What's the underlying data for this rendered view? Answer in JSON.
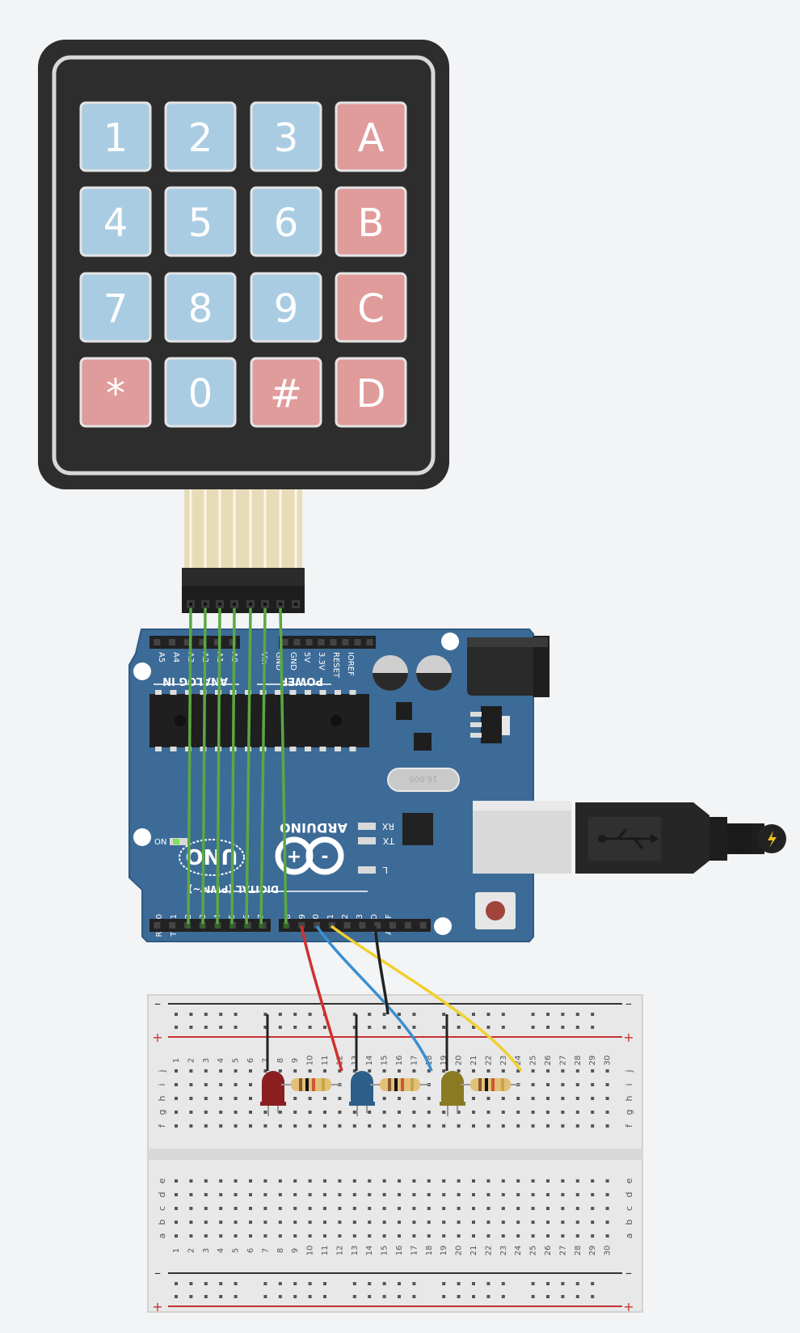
{
  "keypad": {
    "keys": [
      {
        "label": "1",
        "color": "#a9cce3"
      },
      {
        "label": "2",
        "color": "#a9cce3"
      },
      {
        "label": "3",
        "color": "#a9cce3"
      },
      {
        "label": "A",
        "color": "#e09b9b"
      },
      {
        "label": "4",
        "color": "#a9cce3"
      },
      {
        "label": "5",
        "color": "#a9cce3"
      },
      {
        "label": "6",
        "color": "#a9cce3"
      },
      {
        "label": "B",
        "color": "#e09b9b"
      },
      {
        "label": "7",
        "color": "#a9cce3"
      },
      {
        "label": "8",
        "color": "#a9cce3"
      },
      {
        "label": "9",
        "color": "#a9cce3"
      },
      {
        "label": "C",
        "color": "#e09b9b"
      },
      {
        "label": "*",
        "color": "#e09b9b"
      },
      {
        "label": "0",
        "color": "#a9cce3"
      },
      {
        "label": "#",
        "color": "#e09b9b"
      },
      {
        "label": "D",
        "color": "#e09b9b"
      }
    ]
  },
  "arduino": {
    "brand": "ARDUINO",
    "model": "UNO",
    "analog_header_label": "ANALOG IN",
    "power_header_label": "POWER",
    "digital_header_label": "DIGITAL (PWM~)",
    "analog_pins": [
      "A5",
      "A4",
      "A3",
      "A2",
      "A1",
      "A0"
    ],
    "power_pins": [
      "Vin",
      "GND",
      "GND",
      "5V",
      "3.3V",
      "RESET",
      "IOREF"
    ],
    "digital_pins": [
      "RX←0",
      "TX→1",
      "2",
      "~3",
      "4",
      "~5",
      "~6",
      "7",
      "8",
      "~9",
      "~10",
      "~11",
      "12",
      "13",
      "GND",
      "AREF"
    ],
    "on_label": "ON",
    "tx_label": "TX",
    "rx_label": "RX",
    "l_label": "L",
    "crystal_label": "16.000",
    "board_color": "#3c6b97"
  },
  "breadboard": {
    "columns": [
      "1",
      "2",
      "3",
      "4",
      "5",
      "6",
      "7",
      "8",
      "9",
      "10",
      "11",
      "12",
      "13",
      "14",
      "15",
      "16",
      "17",
      "18",
      "19",
      "20",
      "21",
      "22",
      "23",
      "24",
      "25",
      "26",
      "27",
      "28",
      "29",
      "30"
    ],
    "rows_top": [
      "j",
      "i",
      "h",
      "g",
      "f"
    ],
    "rows_bottom": [
      "e",
      "d",
      "c",
      "b",
      "a"
    ],
    "rail_minus": "–",
    "rail_plus": "+"
  },
  "components": {
    "leds": [
      {
        "color_name": "red",
        "color": "#8b1f1f"
      },
      {
        "color_name": "blue",
        "color": "#2c5f8a"
      },
      {
        "color_name": "yellow",
        "color": "#8a7a22"
      }
    ],
    "resistor_count": 3
  },
  "wires": {
    "keypad_wire_color": "#5aa843",
    "led_wire_colors": [
      "#d0312d",
      "#3a8fd0",
      "#f0d030"
    ],
    "ground_wire_color": "#222222"
  }
}
